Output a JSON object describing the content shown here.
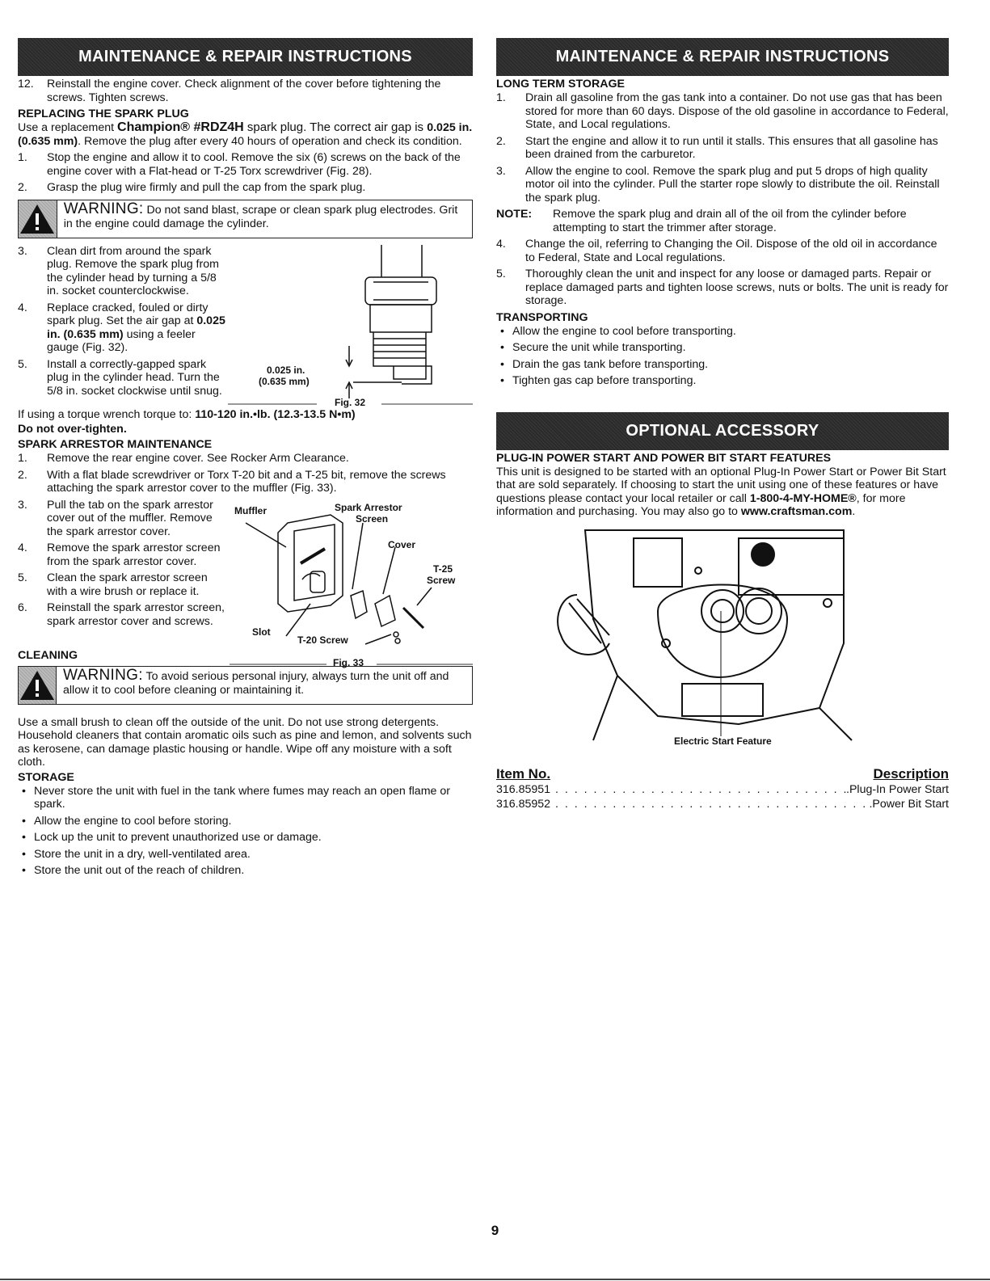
{
  "left": {
    "banner": "MAINTENANCE & REPAIR INSTRUCTIONS",
    "step12": {
      "num": "12.",
      "text": "Reinstall the engine cover. Check alignment of the cover before tightening the screws. Tighten screws."
    },
    "spark_plug": {
      "heading": "REPLACING THE SPARK PLUG",
      "intro_a": "Use a replacement ",
      "intro_brand": "Champion® #RDZ4H",
      "intro_b": " spark plug. The correct air gap is ",
      "intro_gap": "0.025 in. (0.635 mm)",
      "intro_c": ". Remove the plug after every 40 hours of operation and check its condition.",
      "steps": [
        {
          "num": "1.",
          "text": "Stop the engine and allow it to cool. Remove the six (6) screws on the back of the engine cover with a Flat-head or T-25 Torx screwdriver (Fig. 28)."
        },
        {
          "num": "2.",
          "text": "Grasp the plug wire firmly and pull the cap from the spark plug."
        }
      ],
      "warning_word": "WARNING:",
      "warning_text": " Do not sand blast, scrape or clean spark plug electrodes. Grit in the engine could damage the cylinder.",
      "steps2": [
        {
          "num": "3.",
          "text": "Clean dirt from around the spark plug. Remove the spark plug from the cylinder head by turning a 5/8 in. socket counterclockwise."
        },
        {
          "num": "4.",
          "text_a": "Replace cracked, fouled or dirty spark plug. Set the air gap at ",
          "text_b": "0.025 in. (0.635 mm)",
          "text_c": " using a feeler gauge (Fig. 32)."
        },
        {
          "num": "5.",
          "text": "Install a correctly-gapped spark plug in the cylinder head. Turn the 5/8 in. socket clockwise until snug."
        }
      ],
      "fig_gap_in": "0.025 in.",
      "fig_gap_mm": "(0.635 mm)",
      "fig_caption": "Fig. 32",
      "torque_a": "If using a torque wrench torque to: ",
      "torque_b": "110-120 in.•lb. (12.3-13.5 N•m)",
      "no_over": "Do not over-tighten."
    },
    "arrestor": {
      "heading": "SPARK ARRESTOR MAINTENANCE",
      "steps": [
        {
          "num": "1.",
          "text": "Remove the rear engine cover. See Rocker Arm Clearance."
        },
        {
          "num": "2.",
          "text": "With a flat blade screwdriver or Torx T-20 bit and a T-25 bit, remove the screws attaching the spark arrestor cover to the muffler (Fig. 33)."
        }
      ],
      "steps2": [
        {
          "num": "3.",
          "text": "Pull the tab on the spark arrestor cover out of the muffler. Remove the spark arrestor cover."
        },
        {
          "num": "4.",
          "text": "Remove the spark arrestor screen from the spark arrestor cover."
        },
        {
          "num": "5.",
          "text": "Clean the spark arrestor screen with a wire brush or replace it."
        },
        {
          "num": "6.",
          "text": "Reinstall the spark arrestor screen, spark arrestor cover and screws."
        }
      ],
      "label_muffler": "Muffler",
      "label_screen_1": "Spark Arrestor",
      "label_screen_2": "Screen",
      "label_cover": "Cover",
      "label_t25_1": "T-25",
      "label_t25_2": "Screw",
      "label_slot": "Slot",
      "label_t20": "T-20 Screw",
      "fig_caption": "Fig. 33"
    },
    "cleaning": {
      "heading": "CLEANING",
      "warning_word": "WARNING:",
      "warning_text": " To avoid serious personal injury, always turn the unit off and allow it to cool before cleaning or maintaining it.",
      "text": "Use a small brush to clean off the outside of the unit. Do not use strong detergents. Household cleaners that contain aromatic oils such as pine and lemon, and solvents such as kerosene, can damage plastic housing or handle. Wipe off any moisture with a soft cloth."
    },
    "storage": {
      "heading": "STORAGE",
      "bullets": [
        "Never store the unit with fuel in the tank where fumes may reach an open flame or spark.",
        "Allow the engine to cool before storing.",
        "Lock up the unit to prevent unauthorized use or damage.",
        "Store the unit in a dry, well-ventilated area.",
        "Store the unit out of the reach of children."
      ]
    }
  },
  "right": {
    "banner": "MAINTENANCE & REPAIR INSTRUCTIONS",
    "long_term": {
      "heading": "LONG TERM STORAGE",
      "steps": [
        {
          "num": "1.",
          "text": "Drain all gasoline from the gas tank into a container. Do not use gas that has been stored for more than 60 days. Dispose of the old gasoline in accordance to Federal, State, and Local regulations."
        },
        {
          "num": "2.",
          "text": "Start the engine and allow it to run until it stalls. This ensures that all gasoline has been drained from the carburetor."
        },
        {
          "num": "3.",
          "text": "Allow the engine to cool. Remove the spark plug and put 5 drops of high quality motor oil into the cylinder. Pull the starter rope slowly to distribute the oil. Reinstall the spark plug."
        }
      ],
      "note_label": "NOTE:",
      "note_text": "Remove the spark plug and drain all of the oil from the cylinder before attempting to start the trimmer after storage.",
      "steps2": [
        {
          "num": "4.",
          "text": "Change the oil, referring to Changing the Oil. Dispose of the old oil in accordance to Federal, State and Local regulations."
        },
        {
          "num": "5.",
          "text": "Thoroughly clean the unit and inspect for any loose or damaged parts. Repair or replace damaged parts and tighten loose screws, nuts or bolts. The unit is ready for storage."
        }
      ]
    },
    "transporting": {
      "heading": "TRANSPORTING",
      "bullets": [
        "Allow the engine to cool before transporting.",
        "Secure the unit while transporting.",
        "Drain the gas tank before transporting.",
        "Tighten gas cap before transporting."
      ]
    },
    "accessory": {
      "banner": "OPTIONAL ACCESSORY",
      "heading": "PLUG-IN POWER START AND POWER BIT START FEATURES",
      "text_a": "This unit is designed to be started with an optional Plug-In Power Start or Power Bit Start that are sold separately. If choosing to start the unit using one of these features or have questions please contact your local retailer or call ",
      "phone": "1-800-4-MY-HOME®",
      "text_b": ", for more information and purchasing. You may also go to ",
      "url": "www.craftsman.com",
      "text_c": ".",
      "fig_caption": "Electric Start Feature",
      "col_item": "Item No.",
      "col_desc": "Description",
      "items": [
        {
          "no": "316.85951",
          "desc": ".Plug-In Power Start"
        },
        {
          "no": "316.85952",
          "desc": ".Power Bit Start"
        }
      ]
    }
  },
  "page_number": "9"
}
